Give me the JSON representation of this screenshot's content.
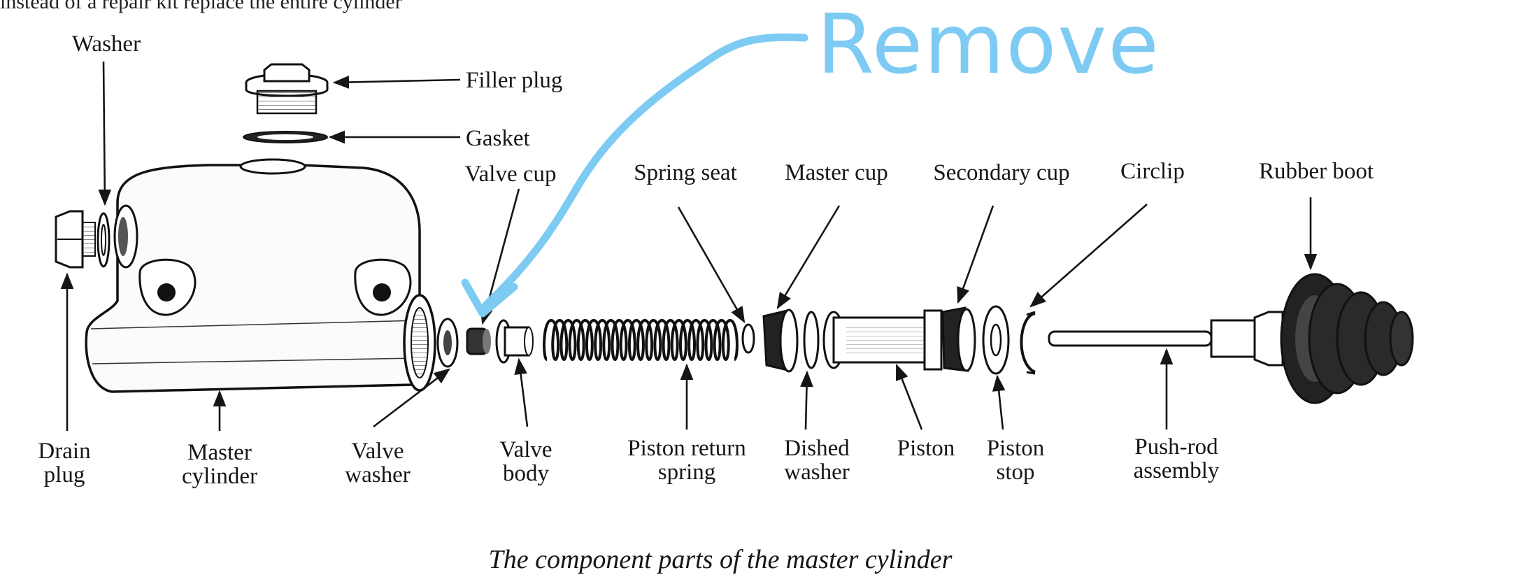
{
  "top_text": "instead of a repair kit replace the entire cylinder",
  "annotation": {
    "text": "Remove",
    "color": "#7dcbf3"
  },
  "labels": {
    "washer": "Washer",
    "filler_plug": "Filler plug",
    "gasket": "Gasket",
    "valve_cup": "Valve cup",
    "spring_seat": "Spring seat",
    "master_cup": "Master cup",
    "secondary_cup": "Secondary cup",
    "circlip": "Circlip",
    "rubber_boot": "Rubber boot",
    "drain_plug_1": "Drain",
    "drain_plug_2": "plug",
    "master_cylinder_1": "Master",
    "master_cylinder_2": "cylinder",
    "valve_washer_1": "Valve",
    "valve_washer_2": "washer",
    "valve_body_1": "Valve",
    "valve_body_2": "body",
    "piston_return_spring_1": "Piston return",
    "piston_return_spring_2": "spring",
    "dished_washer_1": "Dished",
    "dished_washer_2": "washer",
    "piston": "Piston",
    "piston_stop_1": "Piston",
    "piston_stop_2": "stop",
    "push_rod_assembly_1": "Push-rod",
    "push_rod_assembly_2": "assembly"
  },
  "caption": "The component parts of the master cylinder"
}
